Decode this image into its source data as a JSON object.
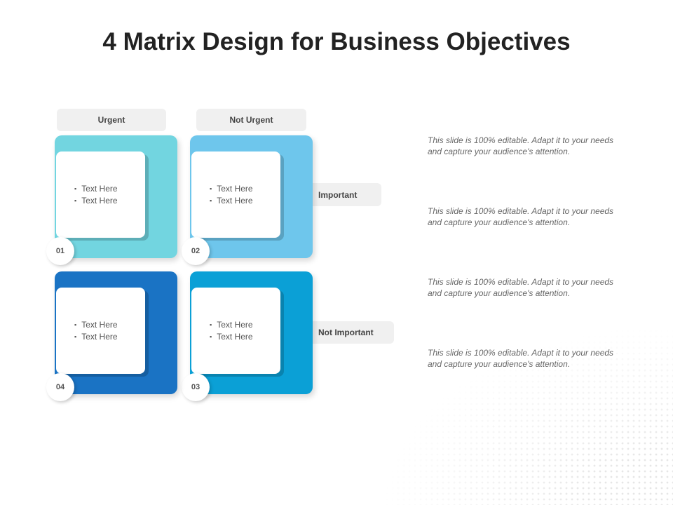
{
  "title": {
    "bold": "4 Matrix",
    "rest": " Design for Business Objectives"
  },
  "columns": [
    "Urgent",
    "Not Urgent"
  ],
  "rows": [
    "Important",
    "Not Important"
  ],
  "quadrants": [
    {
      "number": "01",
      "items": [
        "Text Here",
        "Text Here"
      ],
      "color": "#72D5E0"
    },
    {
      "number": "02",
      "items": [
        "Text Here",
        "Text Here"
      ],
      "color": "#6EC6EC"
    },
    {
      "number": "03",
      "items": [
        "Text Here",
        "Text Here"
      ],
      "color": "#0BA0D6"
    },
    {
      "number": "04",
      "items": [
        "Text Here",
        "Text Here"
      ],
      "color": "#1A73C4"
    }
  ],
  "descriptions": [
    "This slide is 100% editable. Adapt it to your needs and capture your audience's attention.",
    "This slide is 100% editable. Adapt it to your needs and capture your audience's attention.",
    "This slide is 100% editable. Adapt it to your needs and capture your audience's attention.",
    "This slide is 100% editable. Adapt it to your needs and capture your audience's attention."
  ]
}
